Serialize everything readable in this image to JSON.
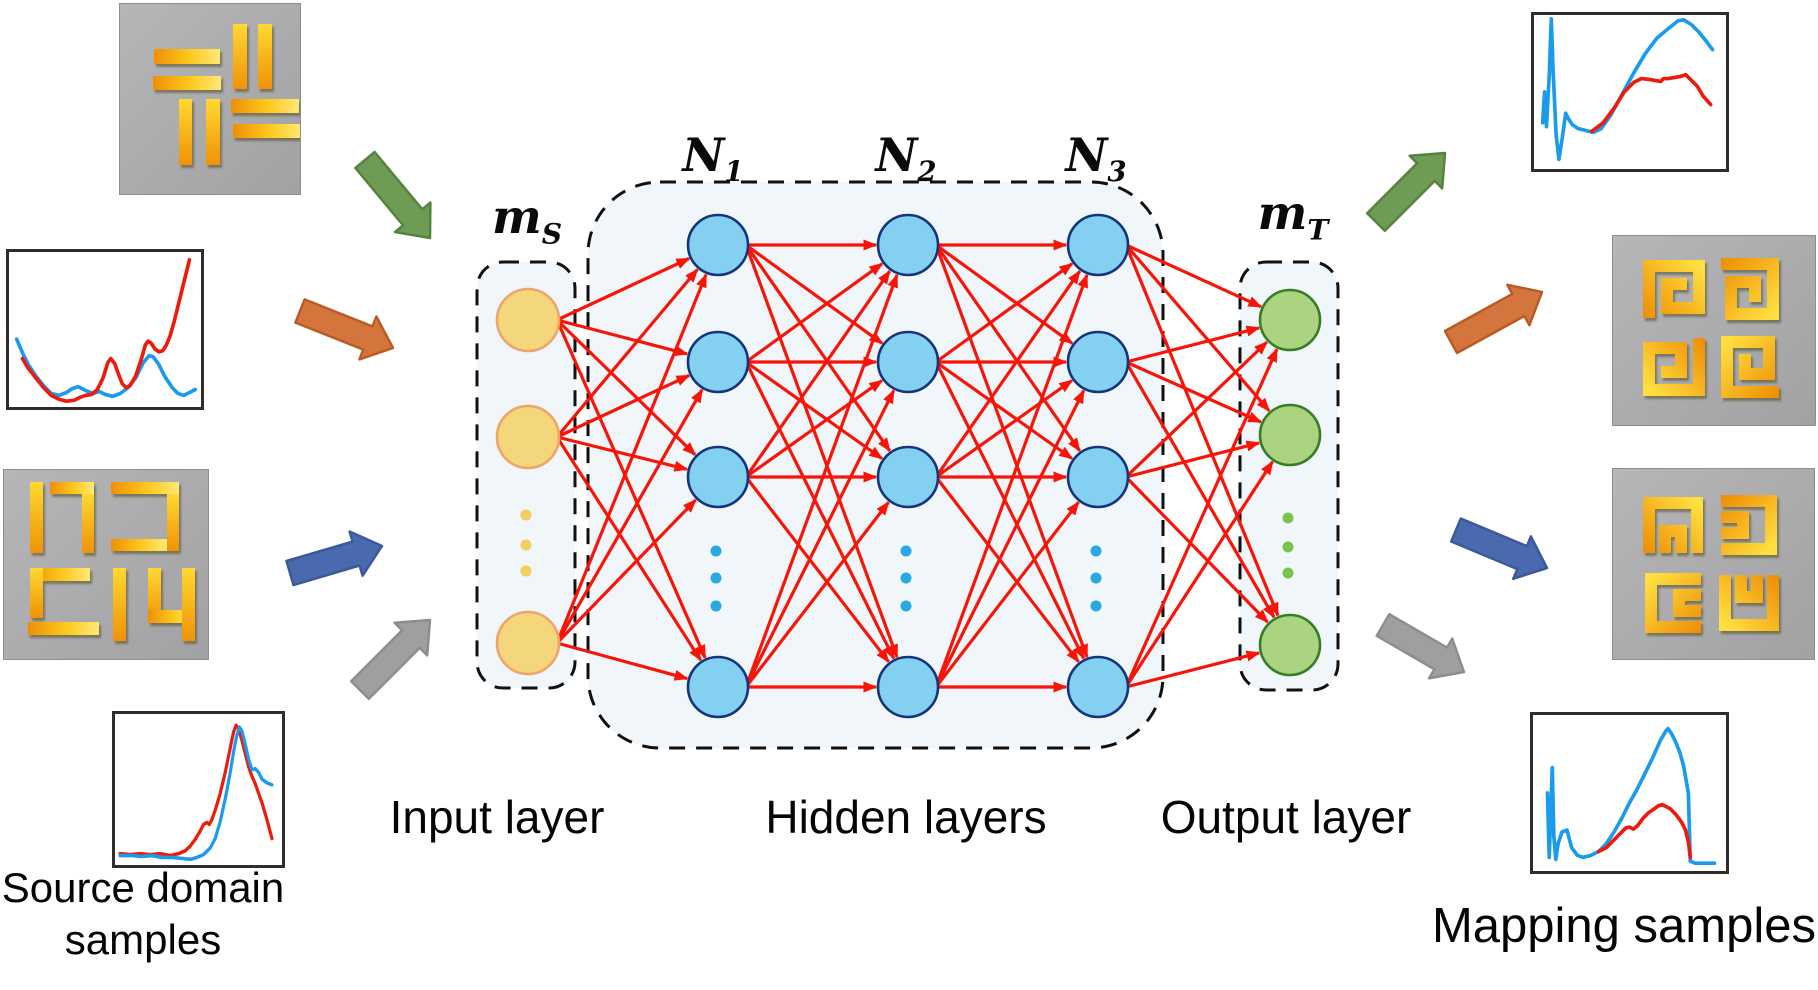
{
  "figure": {
    "left_caption_line1": "Source domain",
    "left_caption_line2": "samples",
    "right_caption": "Mapping samples"
  },
  "network": {
    "input_label": {
      "base": "m",
      "sub": "S"
    },
    "output_label": {
      "base": "m",
      "sub": "T"
    },
    "hidden_layer_labels": [
      {
        "base": "N",
        "sub": "1"
      },
      {
        "base": "N",
        "sub": "2"
      },
      {
        "base": "N",
        "sub": "3"
      }
    ],
    "input_caption": "Input layer",
    "hidden_caption": "Hidden layers",
    "output_caption": "Output layer",
    "structure": {
      "input_nodes_visible": 3,
      "hidden_columns": 3,
      "hidden_nodes_visible_per_column": 4,
      "output_nodes_visible": 3,
      "ellipsis_dots_per_column": 3,
      "connectivity": "fully-connected"
    }
  },
  "palette": {
    "edge_red": "#f91408",
    "node_input": {
      "fill": "#f4d77c",
      "stroke": "#efa468",
      "dot": "#f2cf5e"
    },
    "node_hidden": {
      "fill": "#83d0f0",
      "stroke": "#14357b",
      "dot": "#29a9e1"
    },
    "node_output": {
      "fill": "#acd480",
      "stroke": "#357e27",
      "dot": "#7cc24e"
    },
    "layer_box": {
      "fill": "#f1f6fa",
      "stroke": "#111111"
    },
    "arrow_green": {
      "fill": "#6f9c55",
      "stroke": "#57823f"
    },
    "arrow_orange": {
      "fill": "#d3753c",
      "stroke": "#b95c23"
    },
    "arrow_blue": {
      "fill": "#4b69ae",
      "stroke": "#3a5a9c"
    },
    "arrow_gray": {
      "fill": "#9f9f9f",
      "stroke": "#8d8d8d"
    },
    "plot_blue": "#1b9bed",
    "plot_red": "#ed1b0c",
    "gold_dark": "#ef9006",
    "gold_bright": "#ffdf3f",
    "substrate_gray": "#adadaf"
  }
}
